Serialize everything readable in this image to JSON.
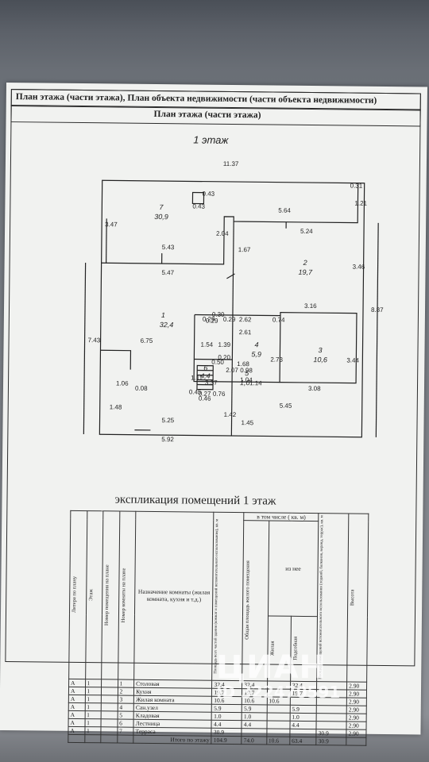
{
  "header": {
    "title_1": "План этажа (части этажа), План объекта недвижимости (части объекта недвижимости)",
    "title_2": "План этажа (части этажа)"
  },
  "plan": {
    "floor_label": "1 этаж",
    "dims": {
      "top": "11.37",
      "d0_31": "0.31",
      "d1_21": "1.21",
      "d3_47": "3.47",
      "d0_43a": "0.43",
      "d0_43b": "0.43",
      "d5_64": "5.64",
      "d5_24": "5.24",
      "d2_04": "2.04",
      "d1_67": "1.67",
      "d5_43": "5.43",
      "d5_47": "5.47",
      "d3_46": "3.46",
      "d8_87": "8.87",
      "d7_43": "7.43",
      "d6_75": "6.75",
      "d0_29a": "0.29",
      "d0_30": "0.30",
      "d0_29b": "0.29",
      "d0_29c": "0.29",
      "d2_62": "2.62",
      "d2_61": "2.61",
      "d0_74": "0.74",
      "d3_16": "3.16",
      "d1_54": "1.54",
      "d1_39": "1.39",
      "d0_20": "0.20",
      "d2_73": "2.73",
      "d3_44": "3.44",
      "d0_50": "0.50",
      "d1_68": "1.68",
      "d2_07": "2.07",
      "d0_98": "0.98",
      "d1_11": "1.11",
      "d3_37": "3.37",
      "d1_14": "1.14",
      "d1_04": "1.04",
      "d1_06": "1.06",
      "d0_08": "0.08",
      "d0_45": "0.45",
      "d0_27": "0.27",
      "d0_46": "0.46",
      "d0_76": "0.76",
      "d1_48": "1.48",
      "d1_42": "1.42",
      "d1_45": "1.45",
      "d3_08": "3.08",
      "d5_45": "5.45",
      "d5_25": "5.25",
      "d5_92": "5.92"
    },
    "rooms": [
      {
        "num": "1",
        "area": "32,4"
      },
      {
        "num": "2",
        "area": "19,7"
      },
      {
        "num": "3",
        "area": "10,6"
      },
      {
        "num": "4",
        "area": "5,9"
      },
      {
        "num": "5",
        "area": "1,0"
      },
      {
        "num": "6",
        "area": "4,4"
      },
      {
        "num": "7",
        "area": "30,9"
      }
    ]
  },
  "explication": {
    "title": "экспликация помещений 1 этаж",
    "headers": {
      "litera": "Литера по плану",
      "floor": "Этаж",
      "plan_num": "Номер помещения на плане",
      "room_num": "Номер комнаты на плане",
      "purpose": "Назначение комнаты (жилая комната, кухня и т.д.)",
      "total": "Площадь всех частей здания (комнат и помещений вспомогательного использования), кв. м",
      "living_total": "Общая площадь жилого помещения",
      "incl": "в том числе ( кв. м)",
      "of_them": "из нее",
      "living": "Жилая",
      "aux": "Подсобная",
      "aux_other": "Площадь помещений вспомогательного использования (лоджий, балконов, веранд, террас), кв. м",
      "height": "Высота"
    },
    "rows": [
      {
        "lit": "А",
        "floor": "1",
        "room": "1",
        "name": "Столовая",
        "total": "32,4",
        "gen": "32,4",
        "living": "",
        "aux": "32,4",
        "other": "",
        "h": "2.90"
      },
      {
        "lit": "А",
        "floor": "1",
        "room": "2",
        "name": "Кухня",
        "total": "19.7",
        "gen": "19.7",
        "living": "",
        "aux": "19.7",
        "other": "",
        "h": "2.90"
      },
      {
        "lit": "А",
        "floor": "1",
        "room": "3",
        "name": "Жилая комната",
        "total": "10.6",
        "gen": "10.6",
        "living": "10.6",
        "aux": "",
        "other": "",
        "h": "2.90"
      },
      {
        "lit": "А",
        "floor": "1",
        "room": "4",
        "name": "Сан.узел",
        "total": "5.9",
        "gen": "5.9",
        "living": "",
        "aux": "5.9",
        "other": "",
        "h": "2.90"
      },
      {
        "lit": "А",
        "floor": "1",
        "room": "5",
        "name": "Кладовая",
        "total": "1.0",
        "gen": "1.0",
        "living": "",
        "aux": "1.0",
        "other": "",
        "h": "2.90"
      },
      {
        "lit": "А",
        "floor": "1",
        "room": "6",
        "name": "Лестница",
        "total": "4.4",
        "gen": "4.4",
        "living": "",
        "aux": "4.4",
        "other": "",
        "h": "2.90"
      },
      {
        "lit": "А",
        "floor": "1",
        "room": "7",
        "name": "Терраса",
        "total": "30.9",
        "gen": "",
        "living": "",
        "aux": "",
        "other": "30.9",
        "h": "2.90"
      }
    ],
    "total_row": {
      "label": "Итого по этажу",
      "total": "104.9",
      "gen": "74.0",
      "living": "10.6",
      "aux": "63.4",
      "other": "30.9"
    }
  },
  "watermark": {
    "brand": "ЦИАН",
    "id": "ID 322470591"
  }
}
